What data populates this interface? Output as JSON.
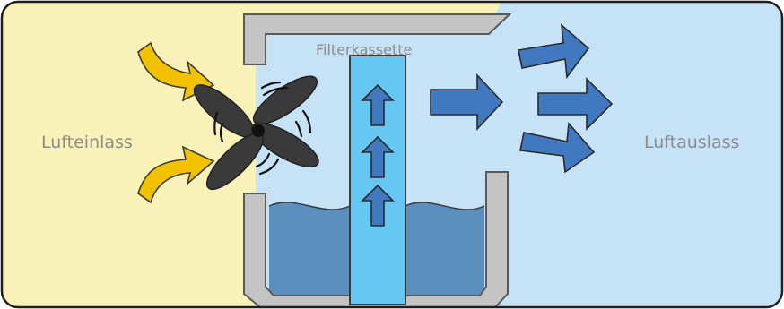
{
  "labels": {
    "inlet": "Lufteinlass",
    "filter": "Filterkassette",
    "outlet": "Luftauslass"
  },
  "colors": {
    "inlet_zone": "#f8f2b8",
    "outlet_zone": "#c6e2f6",
    "housing": "#c4c4c4",
    "water": "#5b8fbd",
    "filter": "#66c8f2",
    "flow_arrow": "#4179c1",
    "inlet_arrow": "#f2c200",
    "fan": "#3a3a3a"
  },
  "icons": {
    "inlet_arrows": "curved-arrow-icon",
    "fan": "fan-icon",
    "filter_arrows": "up-arrow-icon",
    "outlet_arrows": "right-arrow-icon"
  }
}
